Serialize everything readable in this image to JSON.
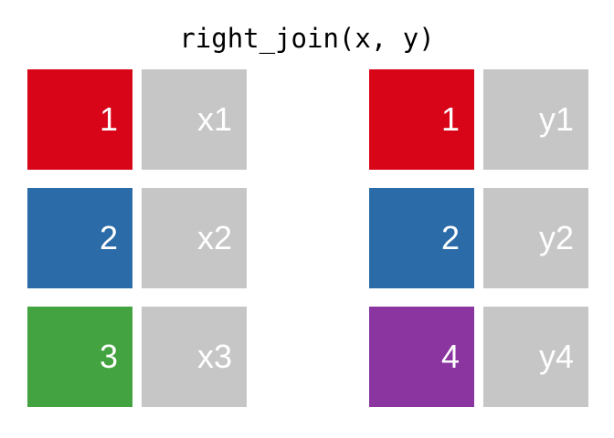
{
  "title": "right_join(x, y)",
  "colors": {
    "red": "#D80417",
    "blue": "#2B6CA8",
    "green": "#42A340",
    "purple": "#8B35A0",
    "grey": "#C6C6C6",
    "background": "#FFFFFF",
    "text_on_block": "#FFFFFF",
    "title_text": "#000000"
  },
  "tables": [
    {
      "name": "x",
      "rows": [
        {
          "key": "1",
          "value": "x1",
          "key_color": "red",
          "value_color": "grey"
        },
        {
          "key": "2",
          "value": "x2",
          "key_color": "blue",
          "value_color": "grey"
        },
        {
          "key": "3",
          "value": "x3",
          "key_color": "green",
          "value_color": "grey"
        }
      ]
    },
    {
      "name": "y",
      "rows": [
        {
          "key": "1",
          "value": "y1",
          "key_color": "red",
          "value_color": "grey"
        },
        {
          "key": "2",
          "value": "y2",
          "key_color": "blue",
          "value_color": "grey"
        },
        {
          "key": "4",
          "value": "y4",
          "key_color": "purple",
          "value_color": "grey"
        }
      ]
    }
  ]
}
